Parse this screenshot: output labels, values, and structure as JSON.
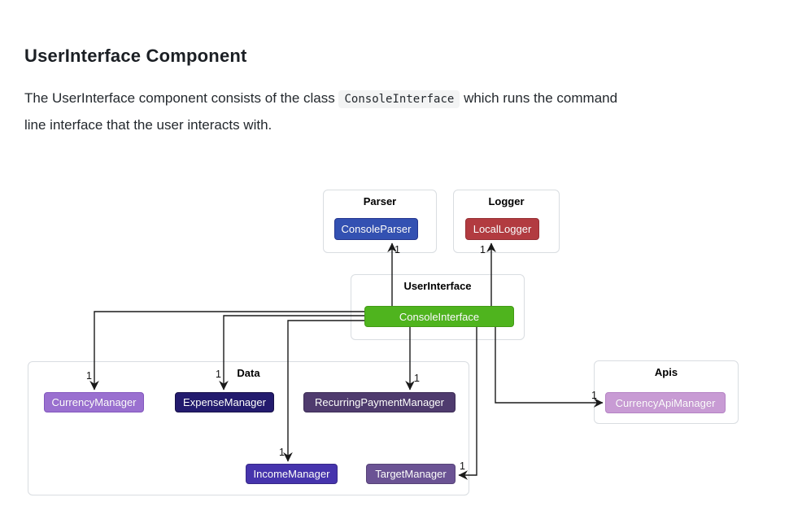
{
  "article": {
    "heading": "UserInterface Component",
    "intro": {
      "before_code": "The UserInterface component consists of the class",
      "code": "ConsoleInterface",
      "after_code_line1": "which runs the command",
      "line2": "line interface that the user interacts with."
    }
  },
  "diagram": {
    "arrow_color": "#1a1a1a",
    "packages": [
      {
        "title": "Parser",
        "classes": [
          {
            "label": "ConsoleParser",
            "bg": "#3351b2",
            "border": "#24368f"
          }
        ]
      },
      {
        "title": "Logger",
        "classes": [
          {
            "label": "LocalLogger",
            "bg": "#b23b40",
            "border": "#962f34"
          }
        ]
      },
      {
        "title": "UserInterface",
        "classes": [
          {
            "label": "ConsoleInterface",
            "bg": "#4fb41e",
            "border": "#429a15"
          }
        ]
      },
      {
        "title": "Data",
        "classes": [
          {
            "label": "CurrencyManager",
            "bg": "#9a70d0",
            "border": "#8257bd"
          },
          {
            "label": "ExpenseManager",
            "bg": "#231b6e",
            "border": "#171049"
          },
          {
            "label": "RecurringPaymentManager",
            "bg": "#4f3b6e",
            "border": "#3c2c55"
          },
          {
            "label": "IncomeManager",
            "bg": "#4634ad",
            "border": "#372887"
          },
          {
            "label": "TargetManager",
            "bg": "#6b5394",
            "border": "#564277"
          }
        ]
      },
      {
        "title": "Apis",
        "classes": [
          {
            "label": "CurrencyApiManager",
            "bg": "#c89bd4",
            "border": "#b583c4"
          }
        ]
      }
    ],
    "relationships": [
      {
        "from": "ConsoleInterface",
        "to": "ConsoleParser",
        "multiplicity": "1"
      },
      {
        "from": "ConsoleInterface",
        "to": "LocalLogger",
        "multiplicity": "1"
      },
      {
        "from": "ConsoleInterface",
        "to": "CurrencyManager",
        "multiplicity": "1"
      },
      {
        "from": "ConsoleInterface",
        "to": "ExpenseManager",
        "multiplicity": "1"
      },
      {
        "from": "ConsoleInterface",
        "to": "IncomeManager",
        "multiplicity": "1"
      },
      {
        "from": "ConsoleInterface",
        "to": "RecurringPaymentManager",
        "multiplicity": "1"
      },
      {
        "from": "ConsoleInterface",
        "to": "TargetManager",
        "multiplicity": "1"
      },
      {
        "from": "ConsoleInterface",
        "to": "CurrencyApiManager",
        "multiplicity": "1"
      }
    ]
  }
}
